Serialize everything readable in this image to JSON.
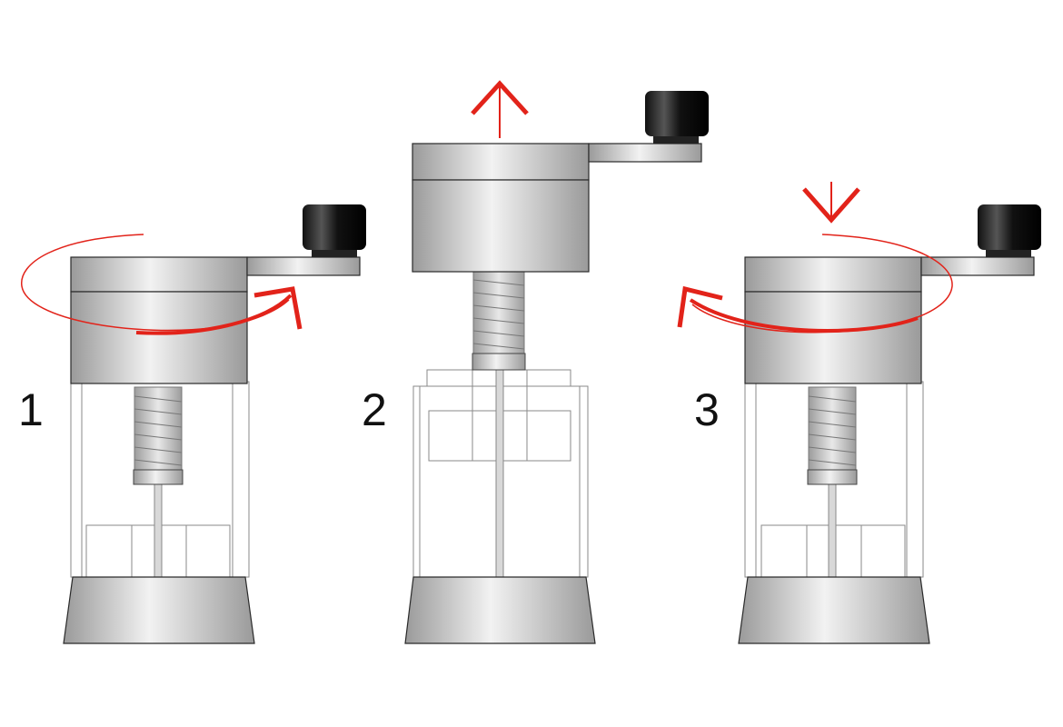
{
  "diagram": {
    "steps": [
      {
        "label": "1",
        "motion": "rotate-clockwise"
      },
      {
        "label": "2",
        "motion": "lift-up"
      },
      {
        "label": "3",
        "motion": "press-down-rotate-counterclockwise"
      }
    ],
    "colors": {
      "arrow": "#e2231a",
      "knob": "#111111",
      "metal_dark": "#9a9a9a",
      "metal_light": "#f2f2f2",
      "outline": "#2a2a2a",
      "glass_line": "#8a8a8a"
    }
  }
}
